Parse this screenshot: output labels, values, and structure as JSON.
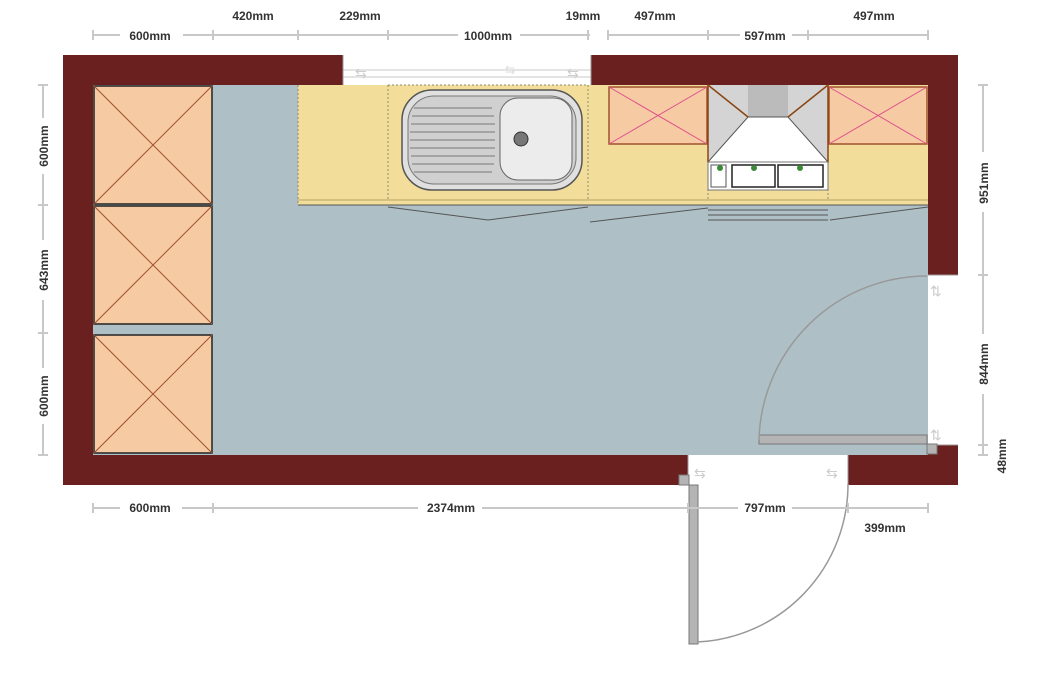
{
  "colors": {
    "wall": "#6b2020",
    "floor": "#aec0c6",
    "counter": "#f2de9a",
    "cabinet": "#f6cba4",
    "sink": "#c8c8c8",
    "door": "#b4b4b4"
  },
  "dimensions": {
    "top_row1": [
      "420mm",
      "229mm",
      "19mm",
      "497mm",
      "497mm"
    ],
    "top_row2": [
      "600mm",
      "1000mm",
      "597mm"
    ],
    "left": [
      "600mm",
      "643mm",
      "600mm"
    ],
    "right": [
      "951mm",
      "844mm",
      "48mm"
    ],
    "bottom": [
      "600mm",
      "2374mm",
      "797mm",
      "399mm"
    ]
  }
}
